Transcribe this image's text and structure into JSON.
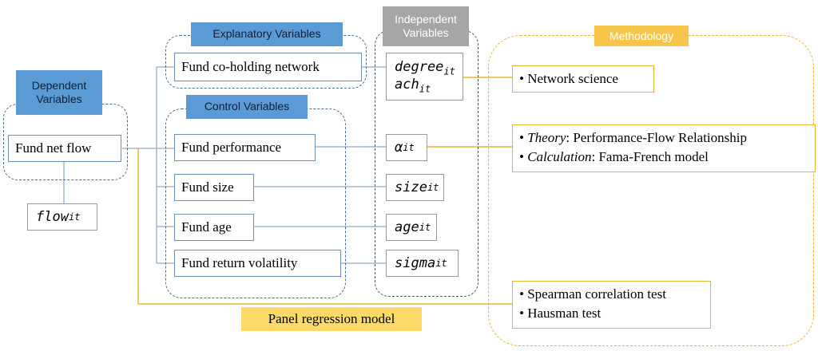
{
  "headers": {
    "dependent": "Dependent Variables",
    "explanatory": "Explanatory  Variables",
    "control": "Control Variables",
    "independent": "Independent Variables",
    "methodology": "Methodology"
  },
  "dependent_box": "Fund net flow",
  "dependent_symbol": {
    "base": "flow",
    "sub": "it"
  },
  "variables": [
    {
      "label": "Fund co-holding network"
    },
    {
      "label": "Fund performance"
    },
    {
      "label": "Fund size"
    },
    {
      "label": "Fund age"
    },
    {
      "label": "Fund return volatility"
    }
  ],
  "symbols": {
    "degree": {
      "base": "degree",
      "sub": "it"
    },
    "ach": {
      "base": "ach",
      "sub": "it"
    },
    "alpha": {
      "base": "α",
      "sub": "it"
    },
    "size": {
      "base": "size",
      "sub": "it"
    },
    "age": {
      "base": "age",
      "sub": "it"
    },
    "sigma": {
      "base": "sigma",
      "sub": "it"
    }
  },
  "methodology": {
    "network": "Network science",
    "theory_label": "Theory",
    "theory_text": ": Performance-Flow Relationship",
    "calc_label": "Calculation",
    "calc_text": ": Fama-French model",
    "spearman": "Spearman correlation test",
    "hausman": "Hausman test"
  },
  "panel_regression": "Panel regression model",
  "bullet": "•",
  "colors": {
    "blue_header": "#5b9bd5",
    "grey_header": "#a6a6a6",
    "gold": "#e8b630",
    "panel": "#fdd96a"
  }
}
